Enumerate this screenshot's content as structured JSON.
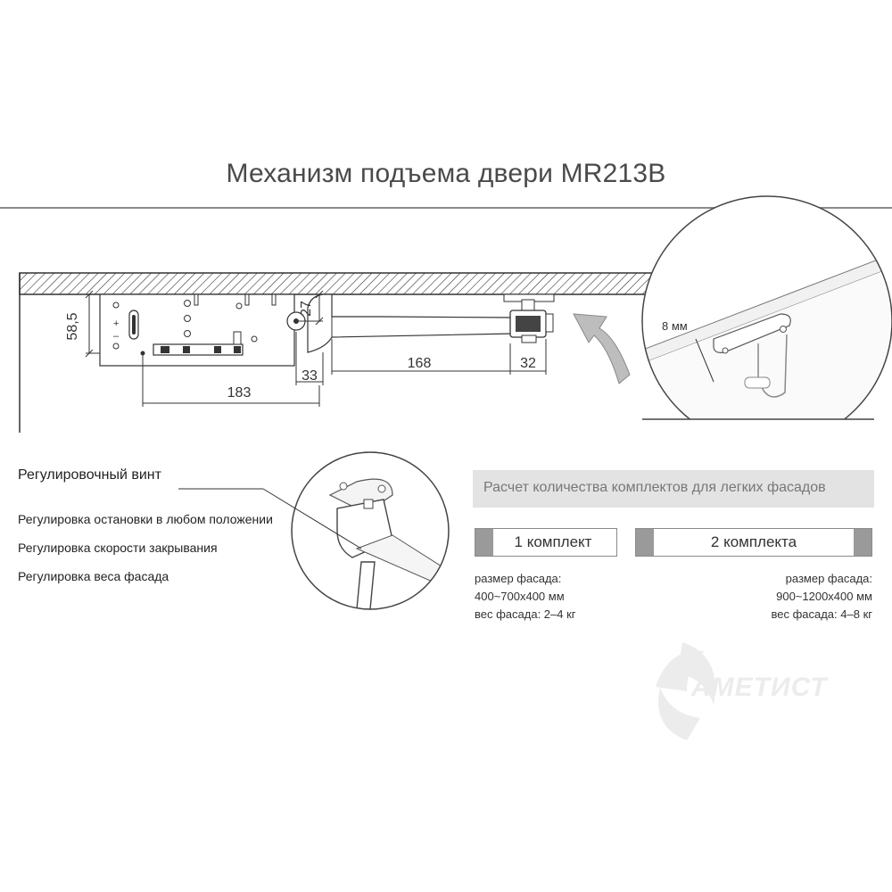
{
  "title": "Механизм подъема двери MR213B",
  "dimensions": {
    "d_58_5": "58,5",
    "d_27": "27",
    "d_33": "33",
    "d_168": "168",
    "d_32": "32",
    "d_183": "183",
    "d_8mm": "8 мм",
    "plus": "+",
    "minus": "–"
  },
  "adjustment": {
    "heading": "Регулировочный винт",
    "items": [
      "Регулировка остановки в любом положении",
      "Регулировка скорости закрывания",
      "Регулировка веса фасада"
    ]
  },
  "calculation": {
    "heading": "Расчет количества комплектов для легких фасадов",
    "kits": [
      {
        "label": "1 комплект",
        "size_label": "размер фасада:",
        "size_value": "400~700x400 мм",
        "weight": "вес фасада: 2–4 кг"
      },
      {
        "label": "2 комплекта",
        "size_label": "размер фасада:",
        "size_value": "900~1200x400 мм",
        "weight": "вес фасада: 4–8 кг"
      }
    ]
  },
  "watermark": "АМЕТИСТ",
  "colors": {
    "line": "#333333",
    "cap_gray": "#9a9a9a",
    "bar_gray": "#e3e3e3",
    "watermark": "#ececec"
  }
}
